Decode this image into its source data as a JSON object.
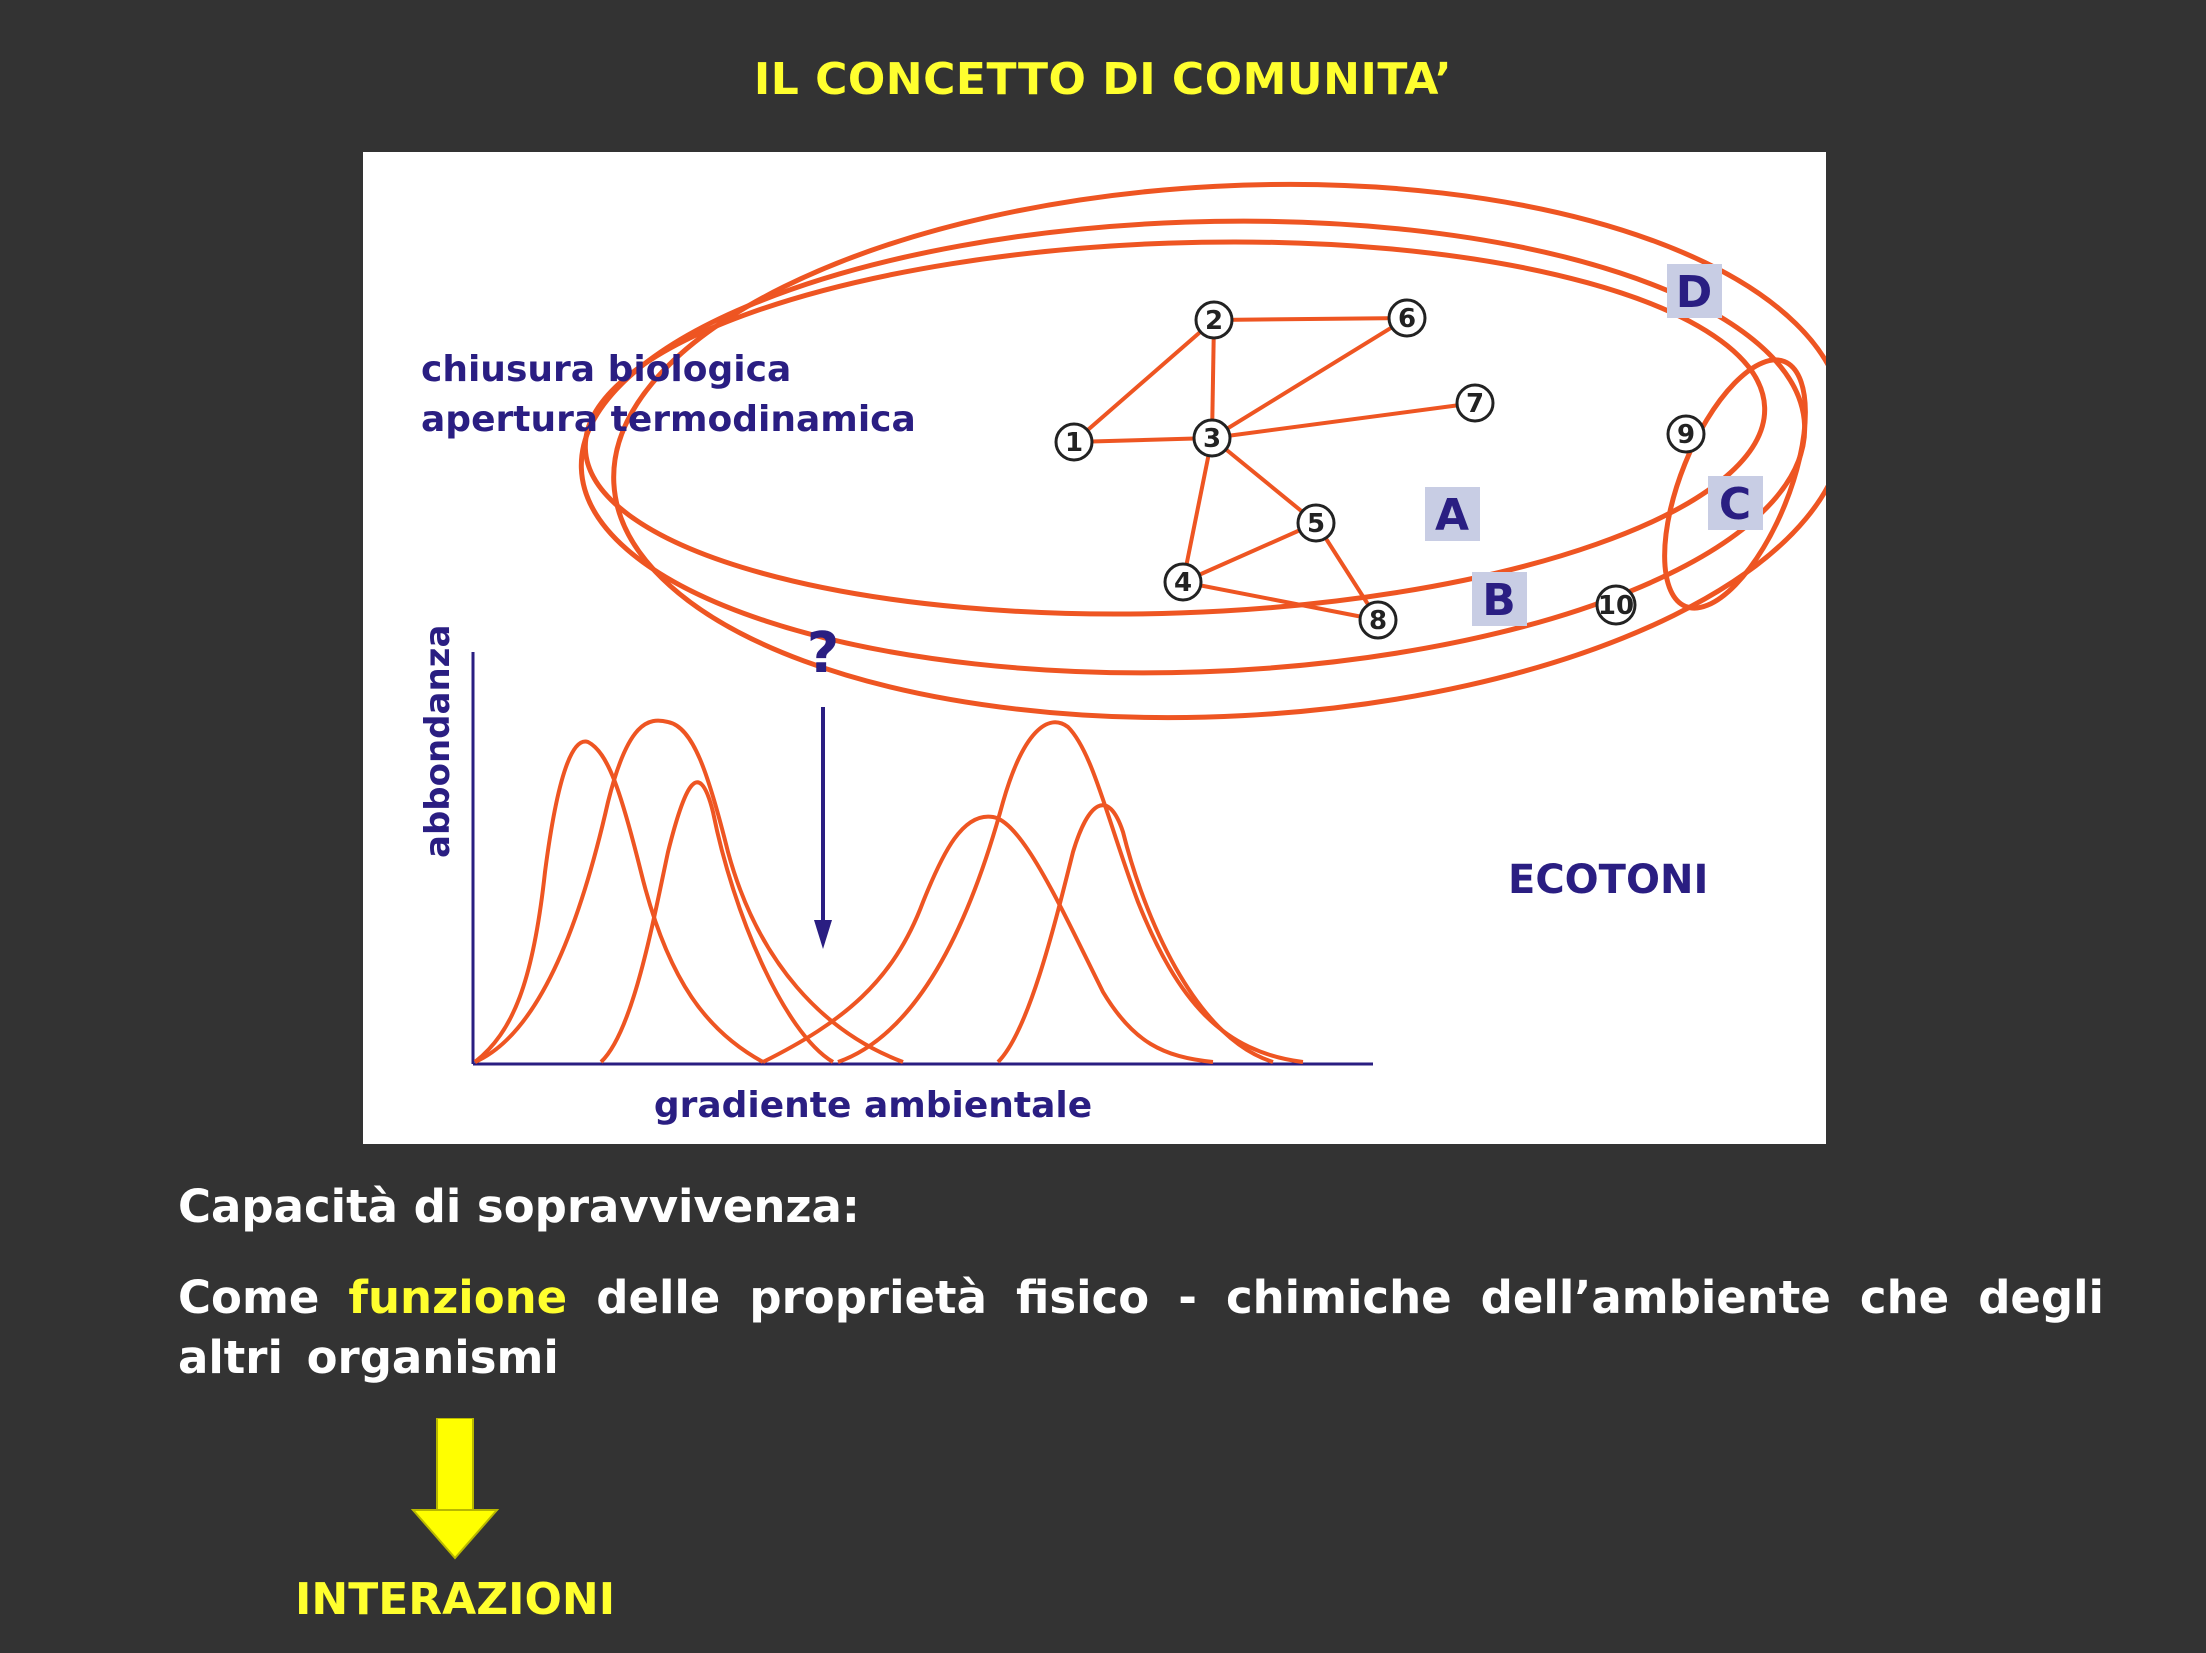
{
  "title": "IL CONCETTO DI COMUNITA’",
  "diagram": {
    "label_lines": [
      "chiusura biologica",
      "apertura termodinamica"
    ],
    "nodes": [
      "1",
      "2",
      "3",
      "4",
      "5",
      "6",
      "7",
      "8",
      "9",
      "10"
    ],
    "ellipse_labels": [
      "A",
      "B",
      "C",
      "D"
    ],
    "question_mark": "?",
    "ecotoni": "ECOTONI",
    "y_axis_label": "abbondanza",
    "x_axis_label": "gradiente ambientale"
  },
  "heading": "Capacità di sopravvivenza:",
  "paragraph": {
    "before": "Come ",
    "highlight": "funzione",
    "after": " delle proprietà fisico - chimiche dell’ambiente che degli altri organismi"
  },
  "conclusion": "INTERAZIONI",
  "colors": {
    "background": "#333333",
    "title": "#ffff2e",
    "curve": "#ee5522",
    "diagram_text": "#2a1e82",
    "label_box": "#c8cde4"
  }
}
